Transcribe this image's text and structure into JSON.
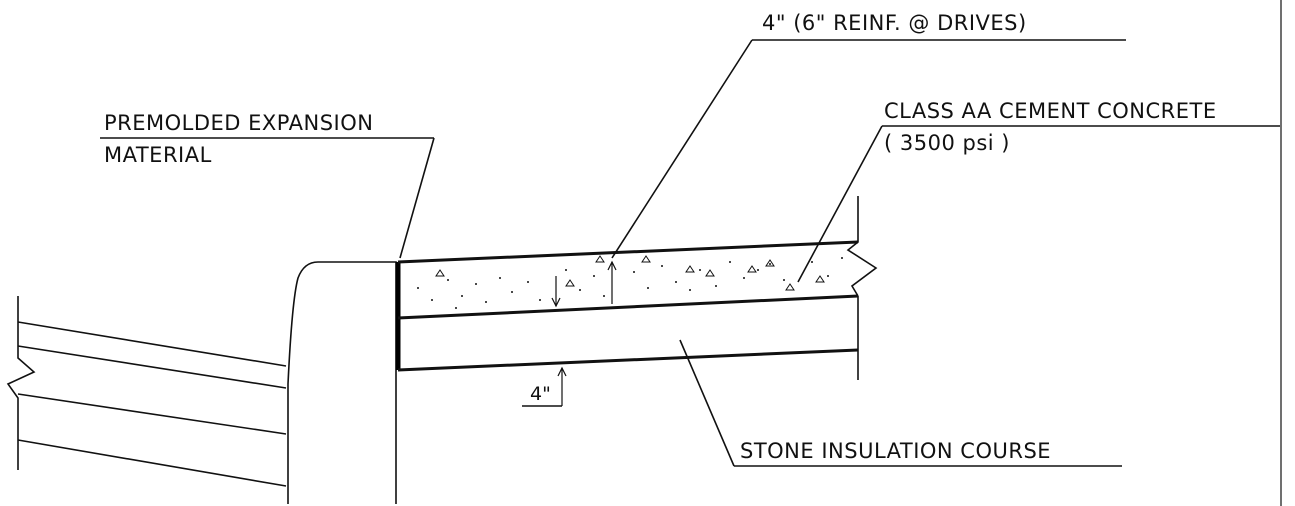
{
  "labels": {
    "thickness_note": "4\" (6\" REINF. @ DRIVES)",
    "expansion_line1": "PREMOLDED EXPANSION",
    "expansion_line2": "MATERIAL",
    "concrete_line1": "CLASS AA CEMENT CONCRETE",
    "concrete_line2": "( 3500 psi )",
    "insulation_depth": "4\"",
    "insulation_course": "STONE INSULATION COURSE"
  },
  "colors": {
    "ink": "#111111",
    "paper": "#ffffff"
  }
}
